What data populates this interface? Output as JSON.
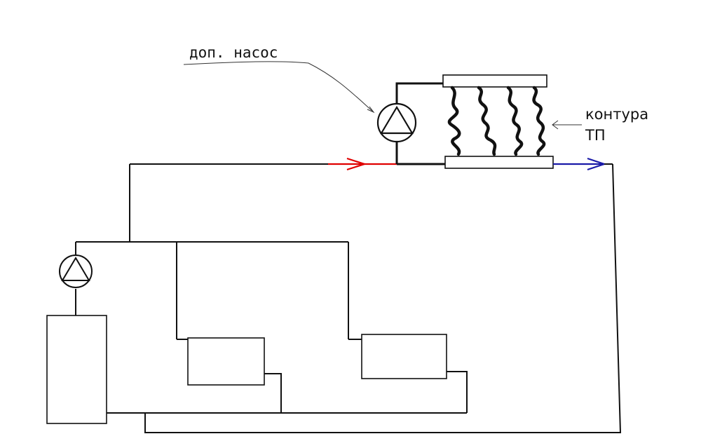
{
  "labels": {
    "extra_pump": "доп. насос",
    "floor_loops_line1": "контура",
    "floor_loops_line2": "ТП"
  },
  "colors": {
    "supply": "#e00000",
    "return": "#1a1aa8",
    "line": "#111111"
  },
  "icons": {
    "main_pump": "pump-symbol",
    "extra_pump": "pump-symbol"
  }
}
